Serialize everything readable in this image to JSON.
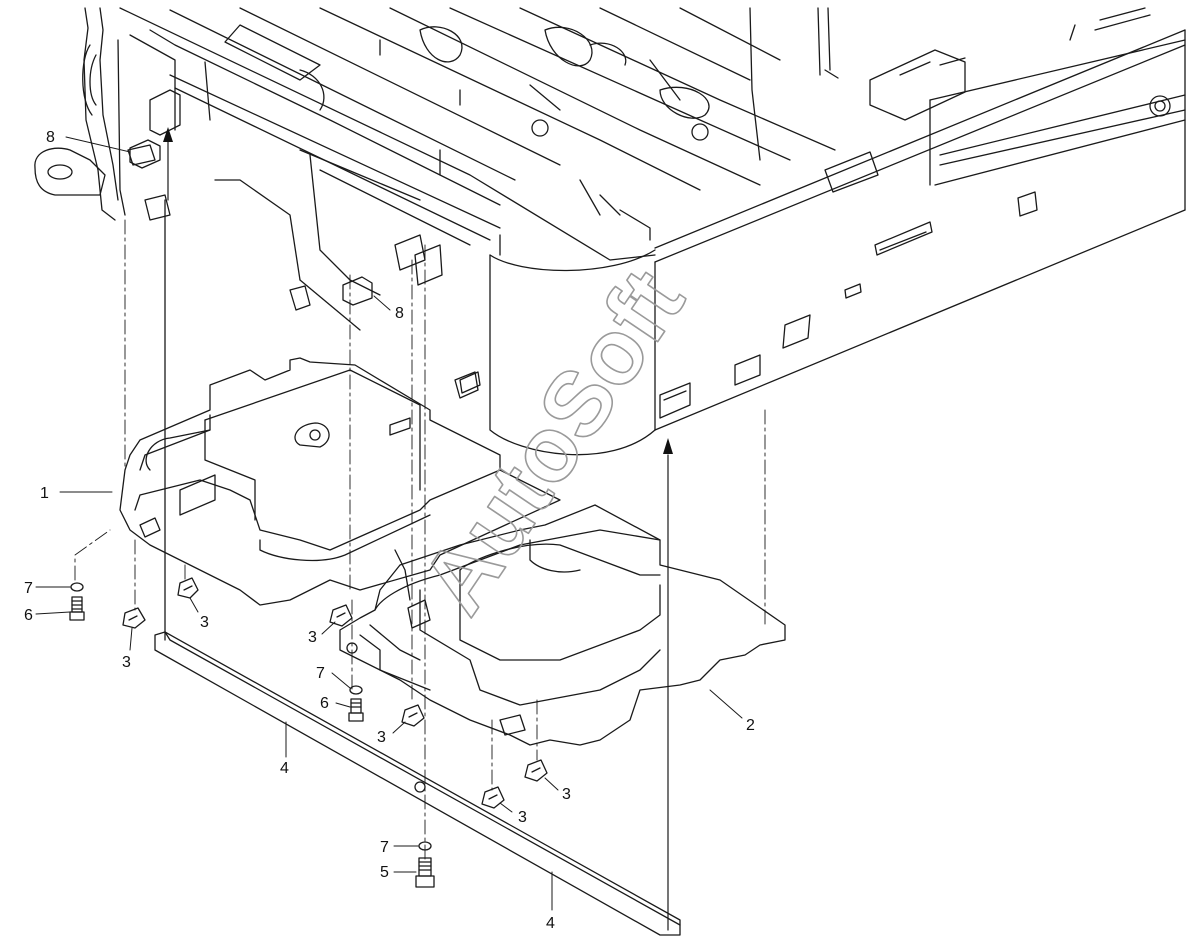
{
  "diagram": {
    "watermark": "AutoSoft",
    "callouts": [
      {
        "id": "c8a",
        "text": "8"
      },
      {
        "id": "c8b",
        "text": "8"
      },
      {
        "id": "c1",
        "text": "1"
      },
      {
        "id": "c7a",
        "text": "7"
      },
      {
        "id": "c6a",
        "text": "6"
      },
      {
        "id": "c3a",
        "text": "3"
      },
      {
        "id": "c3b",
        "text": "3"
      },
      {
        "id": "c3c",
        "text": "3"
      },
      {
        "id": "c7b",
        "text": "7"
      },
      {
        "id": "c6b",
        "text": "6"
      },
      {
        "id": "c3d",
        "text": "3"
      },
      {
        "id": "c4a",
        "text": "4"
      },
      {
        "id": "c2",
        "text": "2"
      },
      {
        "id": "c3e",
        "text": "3"
      },
      {
        "id": "c3f",
        "text": "3"
      },
      {
        "id": "c7c",
        "text": "7"
      },
      {
        "id": "c5",
        "text": "5"
      },
      {
        "id": "c4b",
        "text": "4"
      }
    ]
  }
}
